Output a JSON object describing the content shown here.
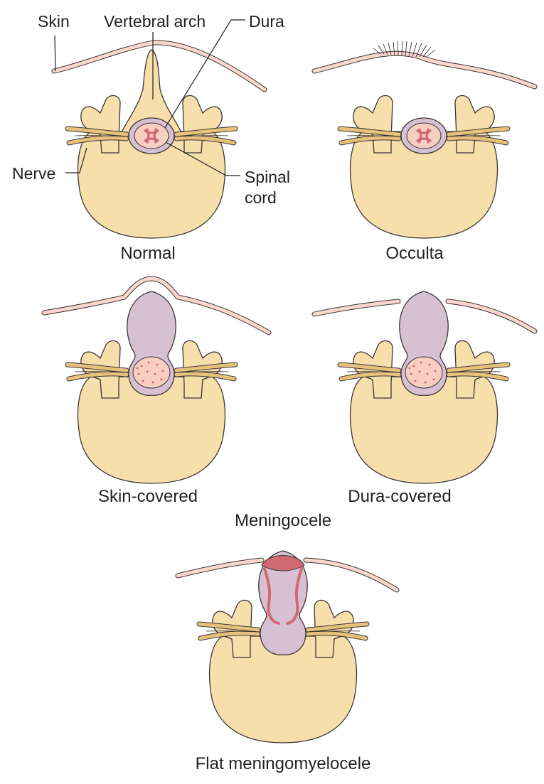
{
  "labels": {
    "skin": "Skin",
    "vertebral_arch": "Vertebral arch",
    "dura": "Dura",
    "nerve": "Nerve",
    "spinal_cord": "Spinal\ncord"
  },
  "captions": {
    "normal": "Normal",
    "occulta": "Occulta",
    "skin_covered": "Skin-covered",
    "dura_covered": "Dura-covered",
    "meningocele": "Meningocele",
    "flat_meningomyelocele": "Flat meningomyelocele"
  },
  "colors": {
    "bone": "#f7dfac",
    "outline": "#3a3433",
    "skin": "#f9d7cc",
    "dura": "#d8c0d3",
    "cord": "#f7cfc2",
    "cord_mark": "#d06a72",
    "nerve": "#e6c27c",
    "neural_plaque": "#d06a72"
  }
}
